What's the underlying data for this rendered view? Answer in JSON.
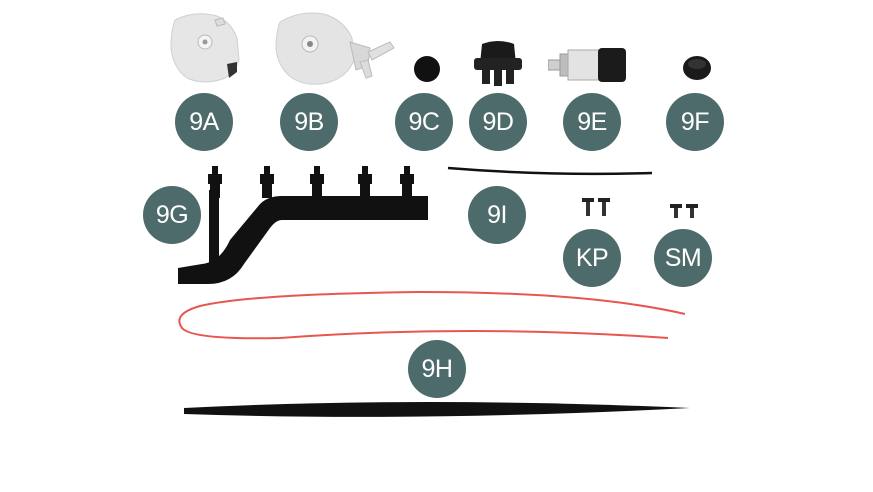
{
  "badge_color": "#4e6b6b",
  "parts": [
    {
      "id": "9A",
      "label": "9A",
      "icon": "fan-housing-icon"
    },
    {
      "id": "9B",
      "label": "9B",
      "icon": "fan-housing-with-nozzle-icon"
    },
    {
      "id": "9C",
      "label": "9C",
      "icon": "rubber-plug-icon"
    },
    {
      "id": "9D",
      "label": "9D",
      "icon": "connector-block-icon"
    },
    {
      "id": "9E",
      "label": "9E",
      "icon": "cylinder-fitting-icon"
    },
    {
      "id": "9F",
      "label": "9F",
      "icon": "round-cap-icon"
    },
    {
      "id": "9G",
      "label": "9G",
      "icon": "fuel-rail-manifold-icon"
    },
    {
      "id": "9I",
      "label": "9I",
      "icon": "black-wire-icon"
    },
    {
      "id": "KP",
      "label": "KP",
      "icon": "screw-pair-icon"
    },
    {
      "id": "SM",
      "label": "SM",
      "icon": "small-screw-pair-icon"
    },
    {
      "id": "9H",
      "label": "9H",
      "icon": "red-and-black-tubes-icon"
    }
  ]
}
